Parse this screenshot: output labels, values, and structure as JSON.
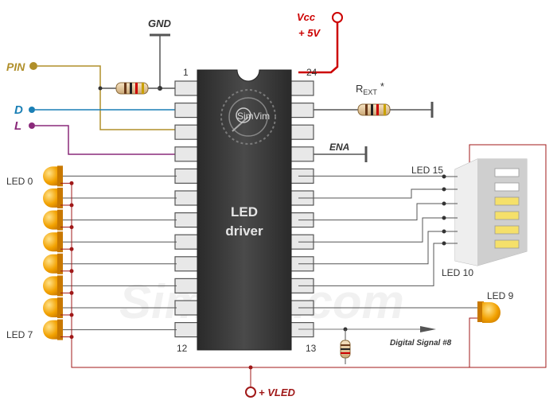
{
  "labels": {
    "gnd": "GND",
    "vcc": "Vcc",
    "vcc_volt": "+ 5V",
    "pin": "PIN",
    "d": "D",
    "l": "L",
    "rext_main": "R",
    "rext_sub": "EXT",
    "rext_star": "*",
    "ena": "ENA",
    "led0": "LED 0",
    "led7": "LED 7",
    "led9": "LED 9",
    "led10": "LED 10",
    "led15": "LED 15",
    "chip_line1": "LED",
    "chip_line2": "driver",
    "pin1": "1",
    "pin24": "24",
    "pin12": "12",
    "pin13": "13",
    "digital_signal": "Digital Signal #8",
    "vled": "+ VLED",
    "logo_text": "SimVim",
    "watermark": "SimVim.com"
  },
  "colors": {
    "vcc_wire": "#cc0000",
    "pin_wire": "#b08f2a",
    "pin_label": "#b08f2a",
    "d_wire": "#1a7fb5",
    "l_wire": "#8a2a7a",
    "chip_body": "#333333",
    "led_orange": "#f2a100",
    "node_dot": "#a01818"
  }
}
